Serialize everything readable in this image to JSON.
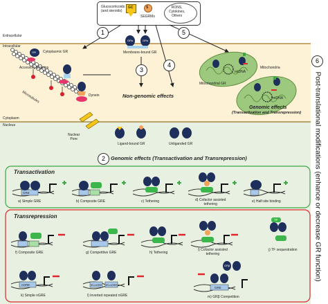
{
  "top_box": {
    "glucocorticoids": "Glucocorticoids\n(and steroids)",
    "gc_badge": "GC",
    "s_badge": "S",
    "segrms": "SEGRMs",
    "rons": "RONS,\nCytokines,\nOthers"
  },
  "regions": {
    "extracellular": "Extracellular",
    "intracellular": "Intracellular",
    "cytoplasm": "Cytoplasm",
    "nucleus": "Nucleus"
  },
  "pathway_numbers": [
    "1",
    "2",
    "3",
    "4",
    "5",
    "6"
  ],
  "cytoplasm_labels": {
    "cytoplasmic_gr": "Cytoplasmic GR",
    "accessory_proteins": "Accessory proteins",
    "microtubules": "Microtubules",
    "dynein": "Dynein",
    "membrane_bound_gr": "Membrane-bound GR",
    "non_genomic": "Non-genomic effects",
    "mitochondria": "Mitochondria",
    "mitochondrial_gr": "Mitochondrial GR",
    "mtdna_1": "mtDNA",
    "mtdna_2": "mtDNA",
    "genomic_mito_title": "Genomic effects",
    "genomic_mito_sub": "(Transactivation and Transrepression)"
  },
  "nucleus_labels": {
    "nuclear_pore": "Nuclear\nPore",
    "ligand_bound_gr": "Ligand-bound GR",
    "unliganded_gr": "Unliganded GR",
    "genomic_effects": "Genomic effects (Transactivation and Transrepression)"
  },
  "protein_labels": {
    "gr": "GR",
    "gr_alpha": "GRα",
    "gr_beta": "GRβ",
    "tf": "TF",
    "gre": "GRE",
    "ngre": "nGRE",
    "ir_ngre": "IR-nGRE",
    "gc": "GC",
    "s": "S"
  },
  "transactivation": {
    "title": "Transactivation",
    "items": [
      "a) Simple GRE",
      "b) Composite GRE",
      "c) Tethering",
      "d) Cofactor assisted\ntethering",
      "e) Half-site binding"
    ]
  },
  "transrepression": {
    "title": "Transrepression",
    "items": [
      "f) Composite GRE",
      "g) Competitive GRE",
      "h) Tethering",
      "i) Cofactor assisted\ntethering",
      "j) TF sequestration",
      "k) Simple nGRE",
      "l) Inverted  repeated nGRE",
      "m) GRβ Competition"
    ]
  },
  "side_label": "Post-translational modifications (enhance or decrease GR function)",
  "colors": {
    "gr_navy": "#1f2f5c",
    "tf_green": "#3cb64a",
    "repress_red": "#e0262a",
    "activate_green": "#3ea745",
    "cytoplasm_bg": "#fdf2d6",
    "nucleus_bg": "#e8f1e1",
    "mito_green": "#9cc97d",
    "gc_yellow": "#f5c518",
    "s_orange": "#f2a35a"
  }
}
